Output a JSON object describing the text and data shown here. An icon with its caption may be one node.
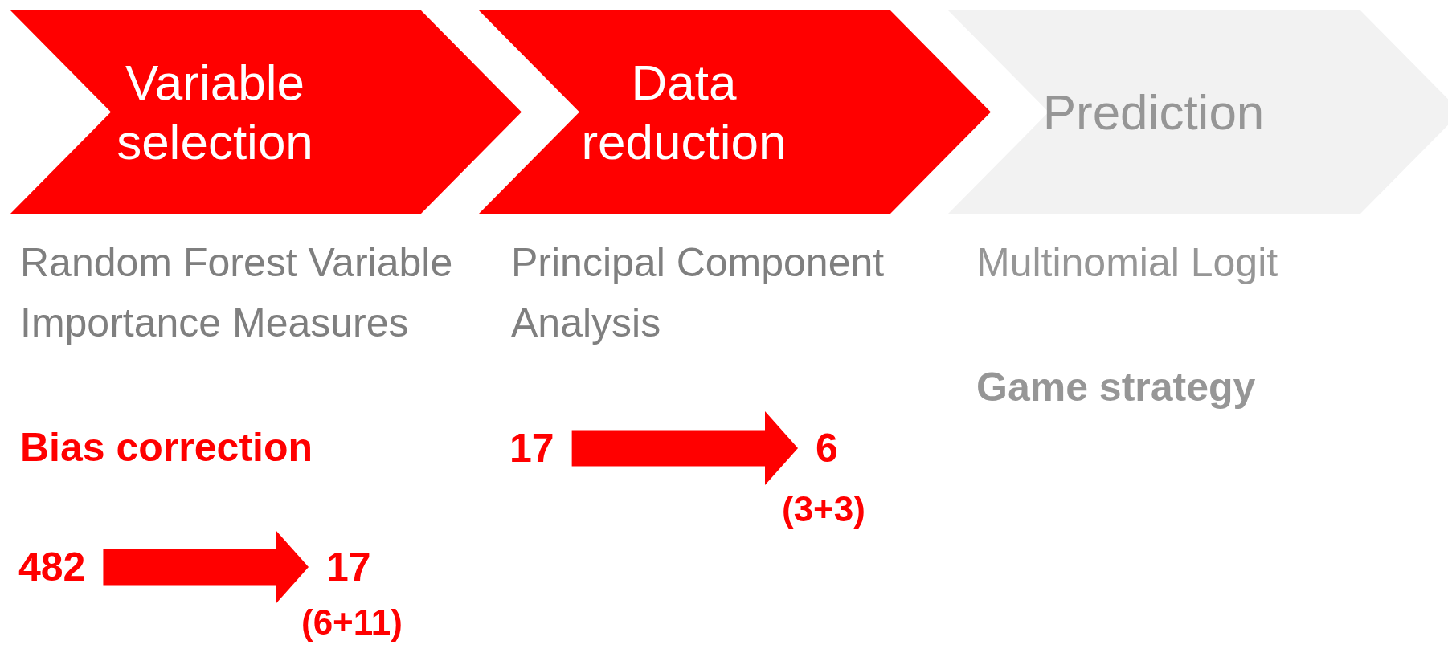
{
  "diagram": {
    "nodes": [
      {
        "text": [
          "Variable selection"
        ]
      },
      {
        "text": [
          "Data reduction"
        ]
      },
      {
        "text": [
          "Prediction"
        ]
      },
      {
        "text": [
          "482"
        ]
      },
      {
        "text": [
          "17"
        ],
        "beside": [
          "(6+11)"
        ]
      },
      {
        "text": [
          "17"
        ]
      },
      {
        "text": [
          "6"
        ],
        "beside": [
          "(3+3)"
        ]
      }
    ],
    "edges": [
      {
        "from": 3,
        "to": 4,
        "arrow": "to"
      },
      {
        "from": 5,
        "to": 6,
        "arrow": "to"
      }
    ],
    "labels": [
      "Random Forest Variable Importance Measures",
      "Bias correction",
      "Principal Component Analysis",
      "Multinomial Logit",
      "Game strategy"
    ]
  }
}
